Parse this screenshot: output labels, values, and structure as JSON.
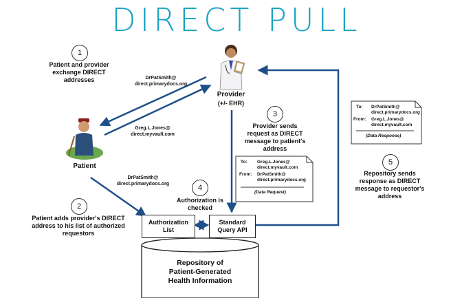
{
  "title": "DIRECT PULL",
  "steps": {
    "s1": {
      "num": "1",
      "text": "Patient and provider exchange DIRECT addresses"
    },
    "s2": {
      "num": "2",
      "text": "Patient adds provider's DIRECT address to his list of authorized requestors"
    },
    "s3": {
      "num": "3",
      "text": "Provider sends request as DIRECT message to patient's address"
    },
    "s4": {
      "num": "4",
      "text": "Authorization is checked"
    },
    "s5": {
      "num": "5",
      "text": "Repository sends response as DIRECT message to requestor's address"
    }
  },
  "actors": {
    "provider": {
      "label": "Provider",
      "sub": "(+/- EHR)"
    },
    "patient": {
      "label": "Patient"
    }
  },
  "addresses": {
    "provider_top": {
      "line1": "DrPatSmith@",
      "line2": "direct.primarydocs.org"
    },
    "patient_mid": {
      "line1": "Greg.L.Jones@",
      "line2": "direct.myvault.com"
    },
    "provider_left": {
      "line1": "DrPatSmith@",
      "line2": "direct.primarydocs.org"
    }
  },
  "request_msg": {
    "to_label": "To:",
    "to_line1": "Greg.L.Jones@",
    "to_line2": "direct.myvault.com",
    "from_label": "From:",
    "from_line1": "DrPatSmith@",
    "from_line2": "direct.primarydocs.org",
    "caption": "(Data Request)"
  },
  "response_msg": {
    "to_label": "To:",
    "to_line1": "DrPatSmith@",
    "to_line2": "direct.primarydocs.org",
    "from_label": "From:",
    "from_line1": "Greg.L.Jones@",
    "from_line2": "direct.myvault.com",
    "caption": "(Data Response)"
  },
  "boxes": {
    "authorization": "Authorization List",
    "api": "Standard Query API"
  },
  "repository": {
    "line1": "Repository of",
    "line2": "Patient-Generated",
    "line3": "Health Information"
  }
}
